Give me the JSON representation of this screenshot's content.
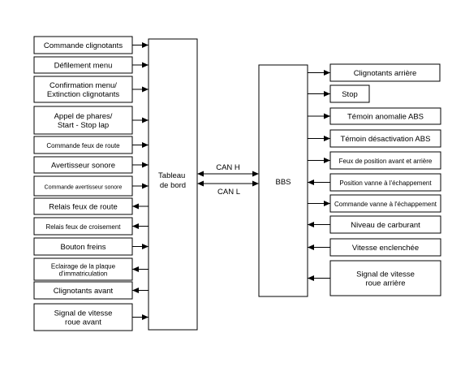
{
  "left_signals": [
    {
      "lines": [
        "Commande clignotants"
      ],
      "dir": "in"
    },
    {
      "lines": [
        "Défilement menu"
      ],
      "dir": "in"
    },
    {
      "lines": [
        "Confirmation menu/",
        "Extinction clignotants"
      ],
      "dir": "in"
    },
    {
      "lines": [
        "Appel de phares/",
        "Start - Stop lap"
      ],
      "dir": "in"
    },
    {
      "lines": [
        "Commande feux de route"
      ],
      "dir": "in"
    },
    {
      "lines": [
        "Avertisseur sonore"
      ],
      "dir": "in"
    },
    {
      "lines": [
        "Commande avertisseur sonore"
      ],
      "dir": "in"
    },
    {
      "lines": [
        "Relais feux de route"
      ],
      "dir": "out"
    },
    {
      "lines": [
        "Relais feux de croisement"
      ],
      "dir": "out"
    },
    {
      "lines": [
        "Bouton freins"
      ],
      "dir": "in"
    },
    {
      "lines": [
        "Eclairage de la plaque",
        "d'immatriculation"
      ],
      "dir": "out"
    },
    {
      "lines": [
        "Clignotants avant"
      ],
      "dir": "out"
    },
    {
      "lines": [
        "Signal de vitesse",
        "roue avant"
      ],
      "dir": "in"
    }
  ],
  "dashboard_unit": {
    "lines": [
      "Tableau",
      "de bord"
    ]
  },
  "bus": {
    "high": "CAN H",
    "low": "CAN L"
  },
  "bbs_unit": {
    "lines": [
      "BBS"
    ]
  },
  "right_signals": [
    {
      "lines": [
        "Clignotants arrière"
      ],
      "dir": "out"
    },
    {
      "lines": [
        "Stop"
      ],
      "dir": "out"
    },
    {
      "lines": [
        "Témoin anomalie ABS"
      ],
      "dir": "out"
    },
    {
      "lines": [
        "Témoin désactivation ABS"
      ],
      "dir": "out"
    },
    {
      "lines": [
        "Feux de position avant et arrière"
      ],
      "dir": "out"
    },
    {
      "lines": [
        "Position vanne à l'échappement"
      ],
      "dir": "in"
    },
    {
      "lines": [
        "Commande vanne à l'échappement"
      ],
      "dir": "out"
    },
    {
      "lines": [
        "Niveau de carburant"
      ],
      "dir": "in"
    },
    {
      "lines": [
        "Vitesse enclenchée"
      ],
      "dir": "in"
    },
    {
      "lines": [
        "Signal de vitesse",
        "roue arrière"
      ],
      "dir": "in"
    }
  ]
}
